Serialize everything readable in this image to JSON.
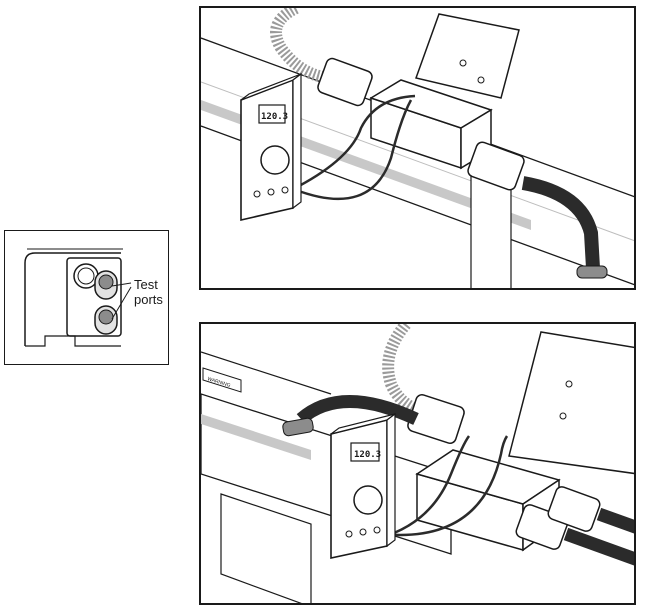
{
  "inset": {
    "label_line1": "Test",
    "label_line2": "ports"
  },
  "top_meter": {
    "display": "120.3"
  },
  "bottom_meter": {
    "display": "120.3"
  },
  "warning_label": {
    "text": "WARNING"
  },
  "colors": {
    "outline": "#1a1a1a",
    "pipe_fill": "#ffffff",
    "pipe_band": "#c8c8c8",
    "hose": "#9a9a9a",
    "cable": "#2b2b2b",
    "cap": "#8c8c8c"
  },
  "icons": [
    "multimeter-icon",
    "junction-box-icon",
    "warning-triangle-icon"
  ]
}
